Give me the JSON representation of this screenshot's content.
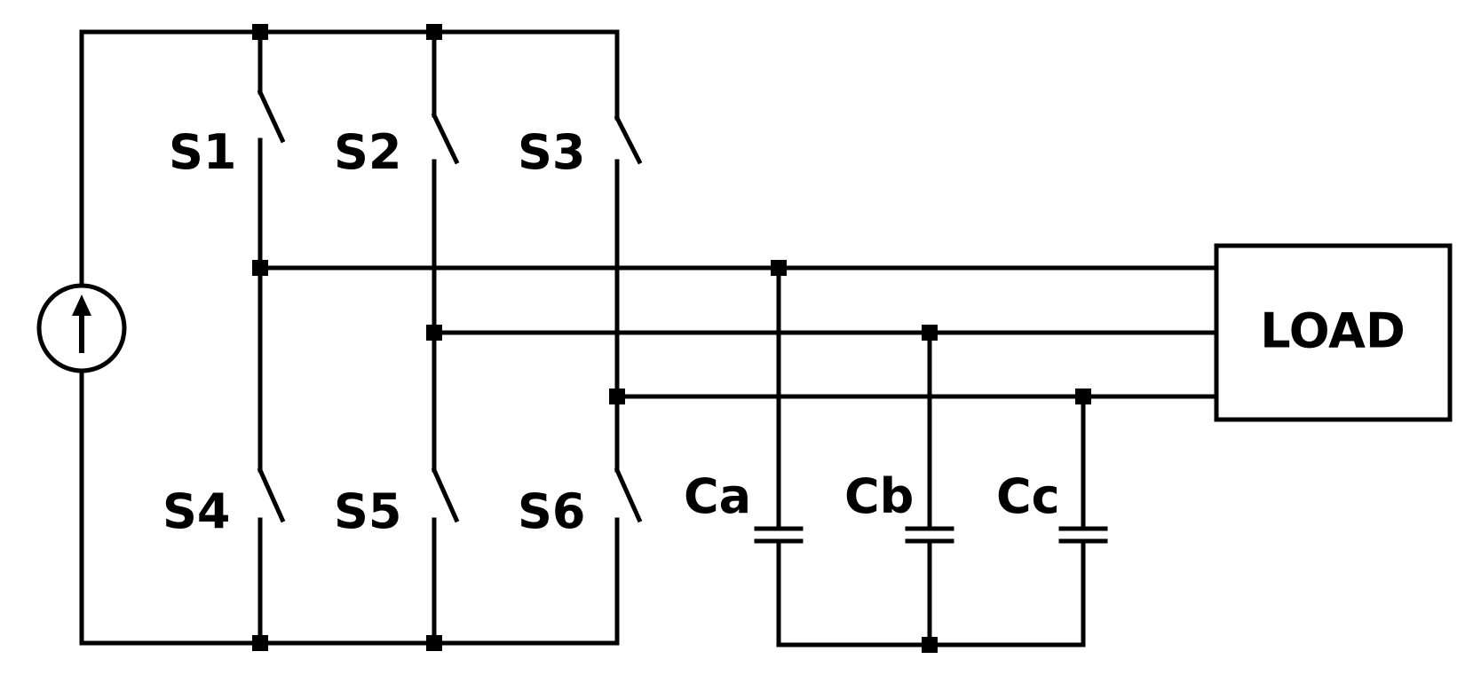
{
  "diagram": {
    "switches": {
      "s1": "S1",
      "s2": "S2",
      "s3": "S3",
      "s4": "S4",
      "s5": "S5",
      "s6": "S6"
    },
    "capacitors": {
      "ca": "Ca",
      "cb": "Cb",
      "cc": "Cc"
    },
    "load": "LOAD"
  },
  "colors": {
    "line": "#000000",
    "background": "#ffffff"
  },
  "icons": {
    "source": "current-source-icon",
    "switch": "switch-icon",
    "capacitor": "capacitor-icon"
  }
}
